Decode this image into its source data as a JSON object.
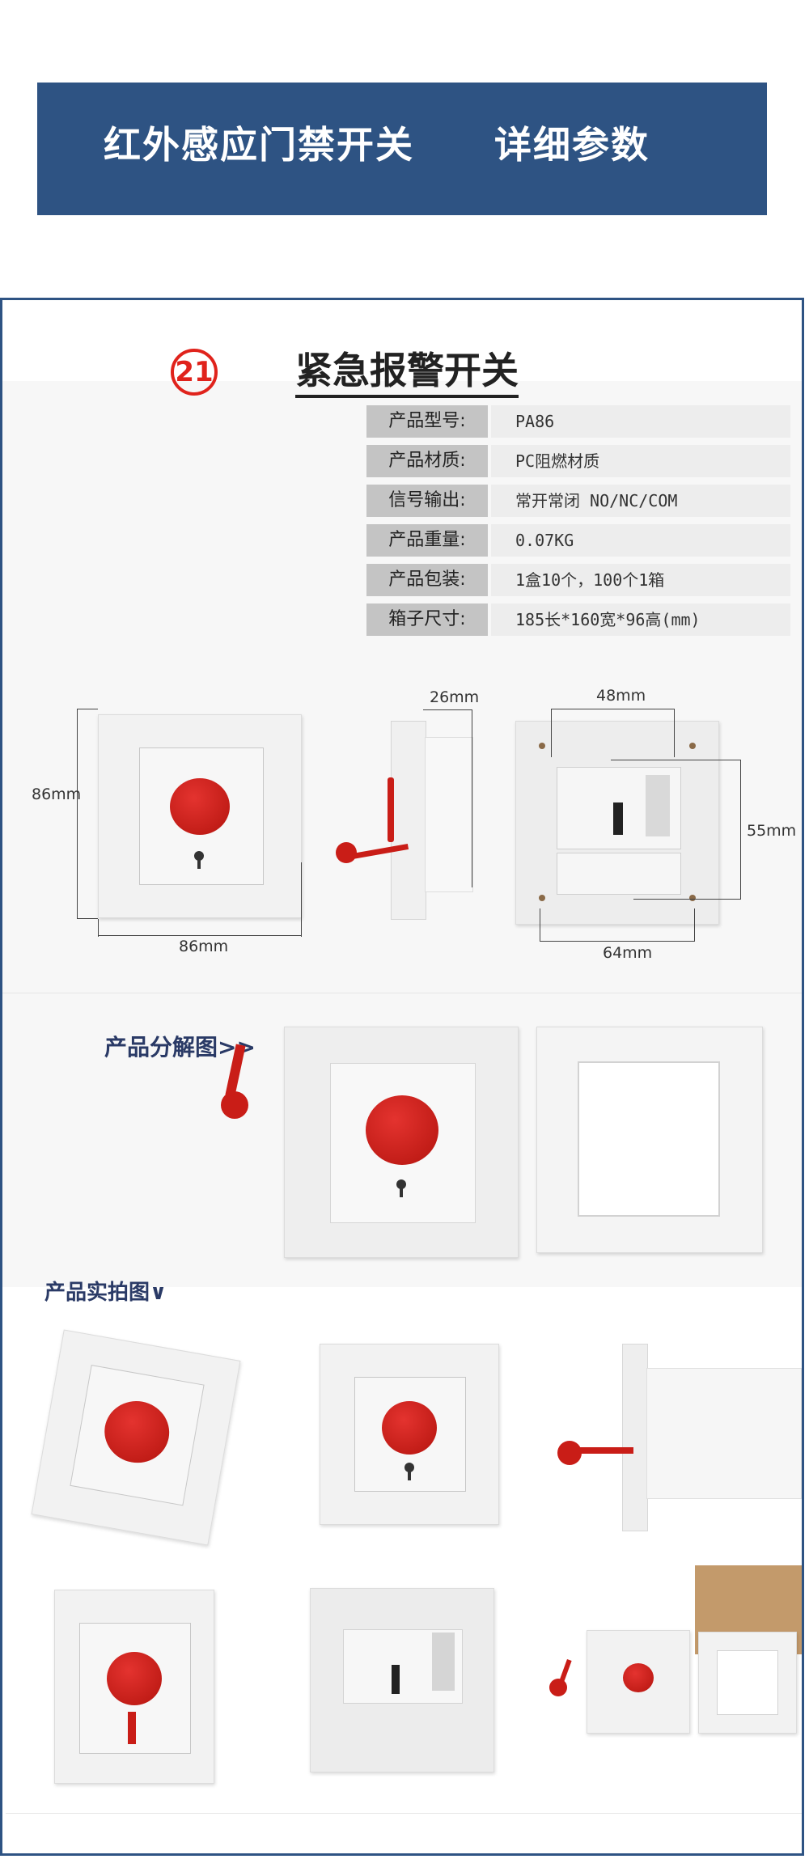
{
  "banner": {
    "title": "红外感应门禁开关",
    "subtitle": "详细参数"
  },
  "product": {
    "number": "21",
    "name": "紧急报警开关"
  },
  "specs": [
    {
      "label": "产品型号:",
      "value": "PA86"
    },
    {
      "label": "产品材质:",
      "value": "PC阻燃材质"
    },
    {
      "label": "信号输出:",
      "value": "常开常闭  NO/NC/COM"
    },
    {
      "label": "产品重量:",
      "value": "0.07KG"
    },
    {
      "label": "产品包装:",
      "value": "1盒10个，100个1箱"
    },
    {
      "label": "箱子尺寸:",
      "value": "185长*160宽*96高(mm)"
    }
  ],
  "dimensions": {
    "front_height": "86mm",
    "front_width": "86mm",
    "side_depth": "26mm",
    "back_top": "48mm",
    "back_right": "55mm",
    "back_bottom": "64mm"
  },
  "sections": {
    "exploded": "产品分解图>>",
    "photos": "产品实拍图∨"
  },
  "colors": {
    "banner": "#2e5383",
    "accent": "#e0231c",
    "button": "#c91d17"
  }
}
